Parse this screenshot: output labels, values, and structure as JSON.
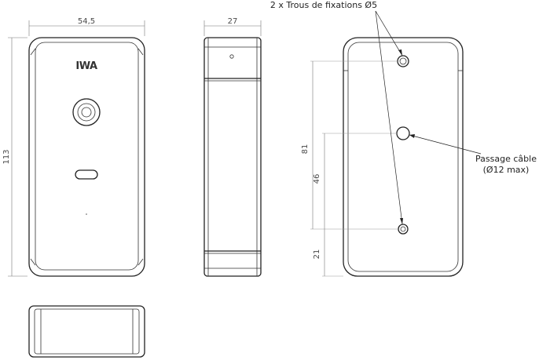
{
  "dimensions": {
    "front_width": "54,5",
    "front_height": "113",
    "side_depth": "27",
    "hole_spacing": "81",
    "hole_to_cable": "46",
    "bottom_offset": "21"
  },
  "callouts": {
    "fixing_holes": "2 x Trous de fixations Ø5",
    "cable_line1": "Passage câble",
    "cable_line2": "(Ø12 max)"
  },
  "logo": {
    "text": "IWA"
  },
  "colors": {
    "outline": "#222222",
    "dimension": "#777777",
    "text": "#4a4a4a"
  }
}
